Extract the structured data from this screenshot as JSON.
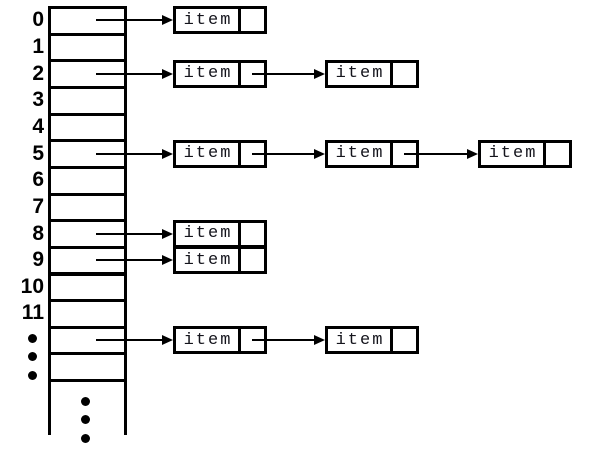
{
  "diagram_kind": "hash-table-with-chained-item-nodes",
  "colors": {
    "background": "#ffffff",
    "stroke": "#000000",
    "node_text": "#14141c"
  },
  "node": {
    "label": "item"
  },
  "array": {
    "rows": [
      {
        "label": "0",
        "chain": 1
      },
      {
        "label": "1",
        "chain": 0
      },
      {
        "label": "2",
        "chain": 2
      },
      {
        "label": "3",
        "chain": 0
      },
      {
        "label": "4",
        "chain": 0
      },
      {
        "label": "5",
        "chain": 3
      },
      {
        "label": "6",
        "chain": 0
      },
      {
        "label": "7",
        "chain": 0
      },
      {
        "label": "8",
        "chain": 1
      },
      {
        "label": "9",
        "chain": 1
      },
      {
        "label": "10",
        "chain": 0
      },
      {
        "label": "11",
        "chain": 0
      },
      {
        "label": "",
        "chain": 2
      },
      {
        "label": "",
        "chain": 0
      }
    ],
    "index_ellipsis_dots": 3,
    "bottom_ellipsis_dots": 3
  }
}
